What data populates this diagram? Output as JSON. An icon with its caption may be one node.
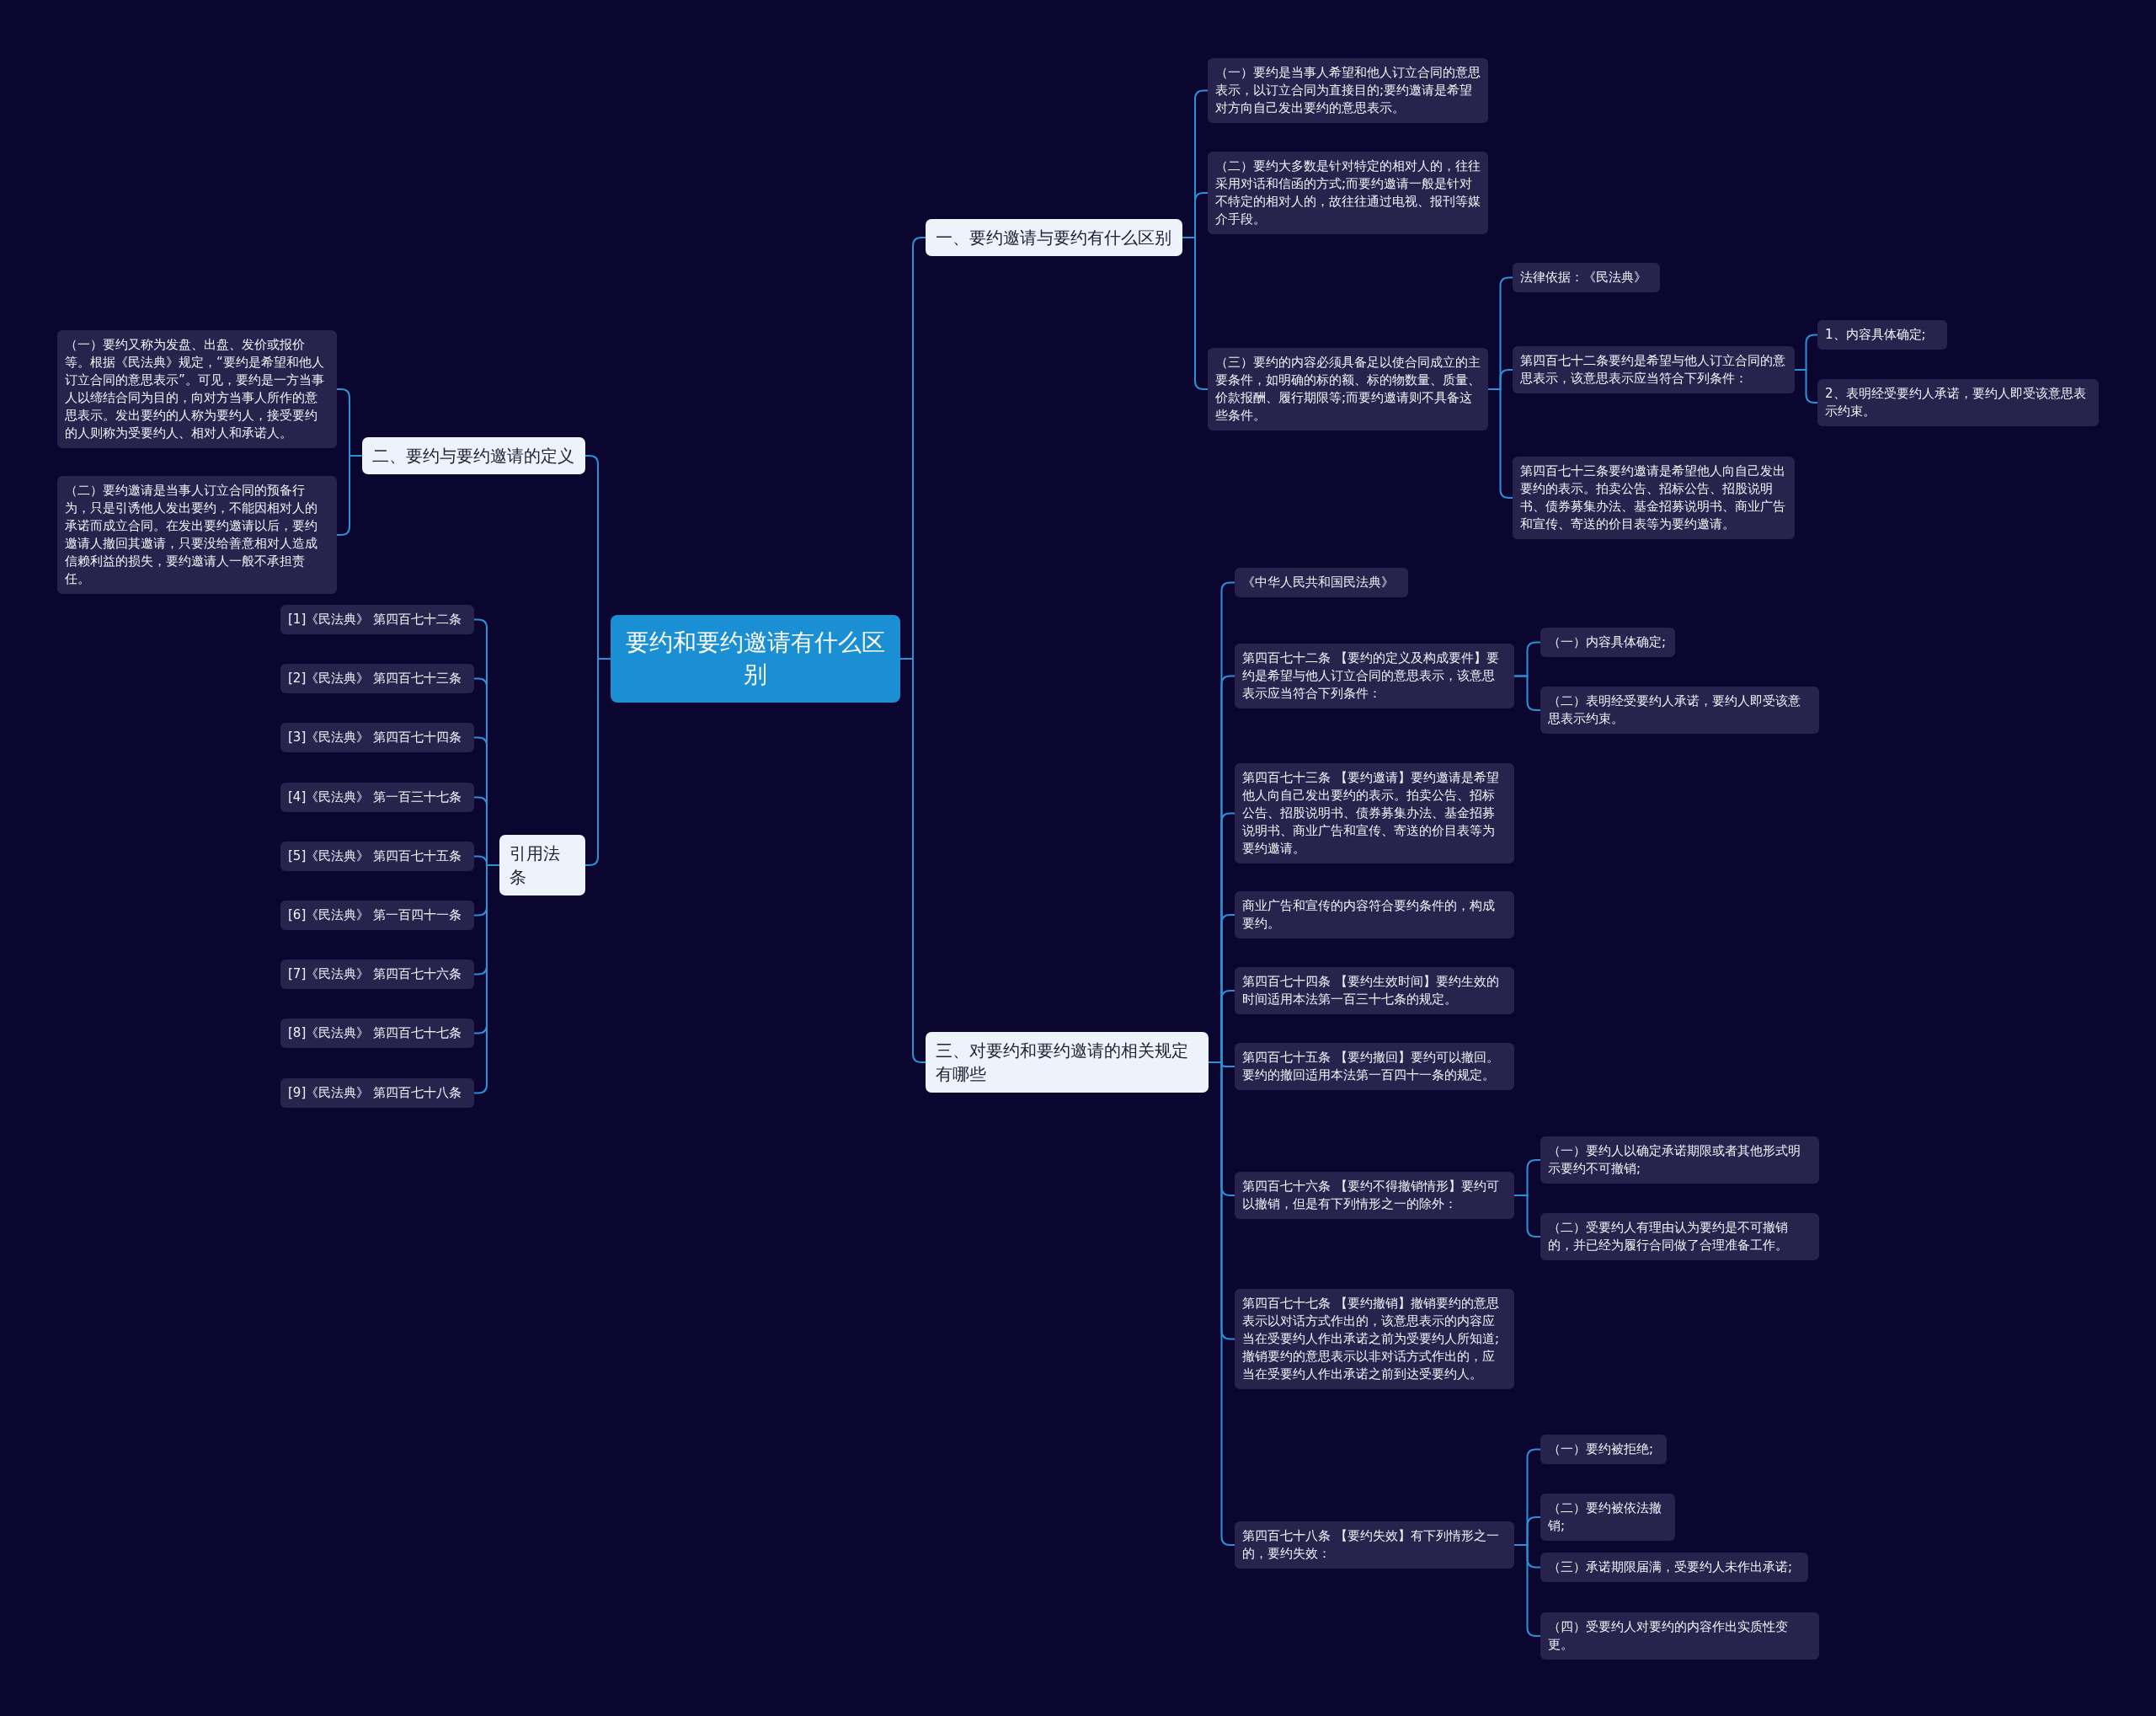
{
  "diagram": {
    "nodes": [
      {
        "text": [
          "要约和要约邀请有什么区别"
        ]
      },
      {
        "text": [
          "一、要约邀请与要约有什么区别"
        ]
      },
      {
        "text": [
          "（一）要约是当事人希望和他人订立合同的意思表示，以订立合同为直接目的;要约邀请是希望对方向自己发出要约的意思表示。"
        ]
      },
      {
        "text": [
          "（二）要约大多数是针对特定的相对人的，往往采用对话和信函的方式;而要约邀请一般是针对不特定的相对人的，故往往通过电视、报刊等媒介手段。"
        ]
      },
      {
        "text": [
          "（三）要约的内容必须具备足以使合同成立的主要条件，如明确的标的额、标的物数量、质量、价款报酬、履行期限等;而要约邀请则不具备这些条件。"
        ]
      },
      {
        "text": [
          "法律依据：《民法典》"
        ]
      },
      {
        "text": [
          "第四百七十二条要约是希望与他人订立合同的意思表示，该意思表示应当符合下列条件："
        ]
      },
      {
        "text": [
          "1、内容具体确定;"
        ]
      },
      {
        "text": [
          "2、表明经受要约人承诺，要约人即受该意思表示约束。"
        ]
      },
      {
        "text": [
          "第四百七十三条要约邀请是希望他人向自己发出要约的表示。拍卖公告、招标公告、招股说明书、债券募集办法、基金招募说明书、商业广告和宣传、寄送的价目表等为要约邀请。"
        ]
      },
      {
        "text": [
          "二、要约与要约邀请的定义"
        ]
      },
      {
        "text": [
          "（一）要约又称为发盘、出盘、发价或报价等。根据《民法典》规定，“要约是希望和他人订立合同的意思表示”。可见，要约是一方当事人以缔结合同为目的，向对方当事人所作的意思表示。发出要约的人称为要约人，接受要约的人则称为受要约人、相对人和承诺人。"
        ]
      },
      {
        "text": [
          "（二）要约邀请是当事人订立合同的预备行为，只是引诱他人发出要约，不能因相对人的承诺而成立合同。在发出要约邀请以后，要约邀请人撤回其邀请，只要没给善意相对人造成信赖利益的损失，要约邀请人一般不承担责任。"
        ]
      },
      {
        "text": [
          "引用法条"
        ]
      },
      {
        "text": [
          "[1]《民法典》 第四百七十二条"
        ]
      },
      {
        "text": [
          "[2]《民法典》 第四百七十三条"
        ]
      },
      {
        "text": [
          "[3]《民法典》 第四百七十四条"
        ]
      },
      {
        "text": [
          "[4]《民法典》 第一百三十七条"
        ]
      },
      {
        "text": [
          "[5]《民法典》 第四百七十五条"
        ]
      },
      {
        "text": [
          "[6]《民法典》 第一百四十一条"
        ]
      },
      {
        "text": [
          "[7]《民法典》 第四百七十六条"
        ]
      },
      {
        "text": [
          "[8]《民法典》 第四百七十七条"
        ]
      },
      {
        "text": [
          "[9]《民法典》 第四百七十八条"
        ]
      },
      {
        "text": [
          "三、对要约和要约邀请的相关规定有哪些"
        ]
      },
      {
        "text": [
          "《中华人民共和国民法典》"
        ]
      },
      {
        "text": [
          "第四百七十二条 【要约的定义及构成要件】要约是希望与他人订立合同的意思表示，该意思表示应当符合下列条件："
        ]
      },
      {
        "text": [
          "（一）内容具体确定;"
        ]
      },
      {
        "text": [
          "（二）表明经受要约人承诺，要约人即受该意思表示约束。"
        ]
      },
      {
        "text": [
          "第四百七十三条 【要约邀请】要约邀请是希望他人向自己发出要约的表示。拍卖公告、招标公告、招股说明书、债券募集办法、基金招募说明书、商业广告和宣传、寄送的价目表等为要约邀请。"
        ]
      },
      {
        "text": [
          "商业广告和宣传的内容符合要约条件的，构成要约。"
        ]
      },
      {
        "text": [
          "第四百七十四条 【要约生效时间】要约生效的时间适用本法第一百三十七条的规定。"
        ]
      },
      {
        "text": [
          "第四百七十五条 【要约撤回】要约可以撤回。要约的撤回适用本法第一百四十一条的规定。"
        ]
      },
      {
        "text": [
          "第四百七十六条 【要约不得撤销情形】要约可以撤销，但是有下列情形之一的除外："
        ]
      },
      {
        "text": [
          "（一）要约人以确定承诺期限或者其他形式明示要约不可撤销;"
        ]
      },
      {
        "text": [
          "（二）受要约人有理由认为要约是不可撤销的，并已经为履行合同做了合理准备工作。"
        ]
      },
      {
        "text": [
          "第四百七十七条 【要约撤销】撤销要约的意思表示以对话方式作出的，该意思表示的内容应当在受要约人作出承诺之前为受要约人所知道;撤销要约的意思表示以非对话方式作出的，应当在受要约人作出承诺之前到达受要约人。"
        ]
      },
      {
        "text": [
          "第四百七十八条 【要约失效】有下列情形之一的，要约失效："
        ]
      },
      {
        "text": [
          "（一）要约被拒绝;"
        ]
      },
      {
        "text": [
          "（二）要约被依法撤销;"
        ]
      },
      {
        "text": [
          "（三）承诺期限届满，受要约人未作出承诺;"
        ]
      },
      {
        "text": [
          "（四）受要约人对要约的内容作出实质性变更。"
        ]
      }
    ],
    "edges": [
      {
        "from": 0,
        "to": 1,
        "arrow": "none"
      },
      {
        "from": 1,
        "to": 2,
        "arrow": "none"
      },
      {
        "from": 1,
        "to": 3,
        "arrow": "none"
      },
      {
        "from": 1,
        "to": 4,
        "arrow": "none"
      },
      {
        "from": 4,
        "to": 5,
        "arrow": "none"
      },
      {
        "from": 4,
        "to": 6,
        "arrow": "none"
      },
      {
        "from": 6,
        "to": 7,
        "arrow": "none"
      },
      {
        "from": 6,
        "to": 8,
        "arrow": "none"
      },
      {
        "from": 4,
        "to": 9,
        "arrow": "none"
      },
      {
        "from": 0,
        "to": 10,
        "arrow": "none"
      },
      {
        "from": 10,
        "to": 11,
        "arrow": "none"
      },
      {
        "from": 10,
        "to": 12,
        "arrow": "none"
      },
      {
        "from": 0,
        "to": 13,
        "arrow": "none"
      },
      {
        "from": 13,
        "to": 14,
        "arrow": "none"
      },
      {
        "from": 13,
        "to": 15,
        "arrow": "none"
      },
      {
        "from": 13,
        "to": 16,
        "arrow": "none"
      },
      {
        "from": 13,
        "to": 17,
        "arrow": "none"
      },
      {
        "from": 13,
        "to": 18,
        "arrow": "none"
      },
      {
        "from": 13,
        "to": 19,
        "arrow": "none"
      },
      {
        "from": 13,
        "to": 20,
        "arrow": "none"
      },
      {
        "from": 13,
        "to": 21,
        "arrow": "none"
      },
      {
        "from": 13,
        "to": 22,
        "arrow": "none"
      },
      {
        "from": 0,
        "to": 23,
        "arrow": "none"
      },
      {
        "from": 23,
        "to": 24,
        "arrow": "none"
      },
      {
        "from": 23,
        "to": 25,
        "arrow": "none"
      },
      {
        "from": 25,
        "to": 26,
        "arrow": "none"
      },
      {
        "from": 25,
        "to": 27,
        "arrow": "none"
      },
      {
        "from": 23,
        "to": 28,
        "arrow": "none"
      },
      {
        "from": 23,
        "to": 29,
        "arrow": "none"
      },
      {
        "from": 23,
        "to": 30,
        "arrow": "none"
      },
      {
        "from": 23,
        "to": 31,
        "arrow": "none"
      },
      {
        "from": 23,
        "to": 32,
        "arrow": "none"
      },
      {
        "from": 32,
        "to": 33,
        "arrow": "none"
      },
      {
        "from": 32,
        "to": 34,
        "arrow": "none"
      },
      {
        "from": 23,
        "to": 35,
        "arrow": "none"
      },
      {
        "from": 23,
        "to": 36,
        "arrow": "none"
      },
      {
        "from": 36,
        "to": 37,
        "arrow": "none"
      },
      {
        "from": 36,
        "to": 38,
        "arrow": "none"
      },
      {
        "from": 36,
        "to": 39,
        "arrow": "none"
      },
      {
        "from": 36,
        "to": 40,
        "arrow": "none"
      }
    ]
  }
}
